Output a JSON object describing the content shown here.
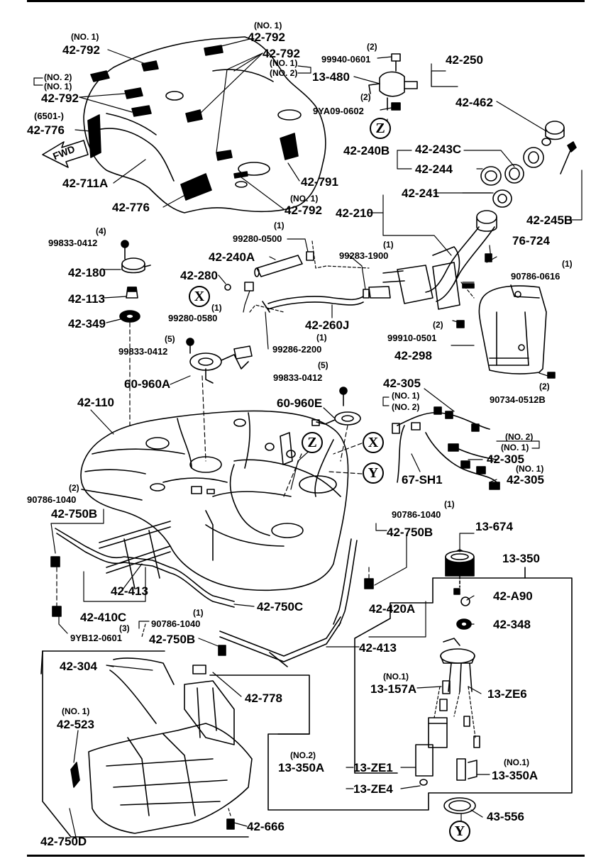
{
  "diagram": {
    "fwd_label": "FWD",
    "markers": {
      "x": "X",
      "y": "Y",
      "z": "Z"
    },
    "labels": {
      "no1_792_top": "(NO. 1)",
      "p792_top": "42-792",
      "no1_792_left": "(NO. 1)",
      "p792_left": "42-792",
      "p792_mid": "42-792",
      "no1_mid": "(NO. 1)",
      "no2_mid": "(NO. 2)",
      "no2_left": "(NO. 2)",
      "no1_left": "(NO. 1)",
      "p792_left2": "42-792",
      "p6501": "(6501-)",
      "p776_left": "42-776",
      "p711a": "42-711A",
      "p776_bottom": "42-776",
      "p791": "42-791",
      "no1_792_bottom": "(NO. 1)",
      "p792_bottom": "42-792",
      "q2_99940": "(2)",
      "p99940": "99940-0601",
      "p13_480": "13-480",
      "q2_9ya09": "(2)",
      "p9ya09": "9YA09-0602",
      "p42_250": "42-250",
      "p42_462": "42-462",
      "p42_240b": "42-240B",
      "p42_243c": "42-243C",
      "p42_244": "42-244",
      "p42_241": "42-241",
      "p42_210": "42-210",
      "p42_245b": "42-245B",
      "q4_99833": "(4)",
      "p99833_a": "99833-0412",
      "p42_180": "42-180",
      "p42_113": "42-113",
      "p42_349": "42-349",
      "q1_99280_0500": "(1)",
      "p99280_0500": "99280-0500",
      "p42_240a": "42-240A",
      "p42_280": "42-280",
      "q1_99280_0580": "(1)",
      "p99280_0580": "99280-0580",
      "q1_99283": "(1)",
      "p99283": "99283-1900",
      "p76_724": "76-724",
      "q1_90786_0616": "(1)",
      "p90786_0616": "90786-0616",
      "p42_260j": "42-260J",
      "q1_99286": "(1)",
      "p99286": "99286-2200",
      "q2_99910": "(2)",
      "p99910": "99910-0501",
      "p42_298": "42-298",
      "q5_99833_b": "(5)",
      "p99833_b": "99833-0412",
      "p60_960a": "60-960A",
      "q5_99833_c": "(5)",
      "p99833_c": "99833-0412",
      "p60_960e": "60-960E",
      "p42_305_top": "42-305",
      "no1_305": "(NO. 1)",
      "no2_305": "(NO. 2)",
      "q2_90734": "(2)",
      "p90734": "90734-0512B",
      "p42_110": "42-110",
      "no2_305b": "(NO. 2)",
      "no1_305b": "(NO. 1)",
      "p42_305_mid": "42-305",
      "no1_305c": "(NO. 1)",
      "p42_305_bot": "42-305",
      "p67_sh1": "67-SH1",
      "q2_90786_1040": "(2)",
      "p90786_1040_a": "90786-1040",
      "p42_750b_a": "42-750B",
      "q1_90786_1040_b": "(1)",
      "p90786_1040_b": "90786-1040",
      "p42_750b_b": "42-750B",
      "p13_674": "13-674",
      "p13_350": "13-350",
      "p42_413_a": "42-413",
      "p42_410c": "42-410C",
      "p42_750c": "42-750C",
      "p42_a90": "42-A90",
      "p42_420a": "42-420A",
      "p42_348": "42-348",
      "q3_90786": "(3)",
      "q1_90786_c": "(1)",
      "p90786_1040_c": "90786-1040",
      "p42_750b_c": "42-750B",
      "p9yb12": "9YB12-0601",
      "p42_413_b": "42-413",
      "p42_304": "42-304",
      "p42_778": "42-778",
      "no1_523": "(NO. 1)",
      "p42_523": "42-523",
      "no1_157a": "(NO.1)",
      "p13_157a": "13-157A",
      "p13_ze6": "13-ZE6",
      "no2_350a": "(NO.2)",
      "p13_350a_l": "13-350A",
      "p13_ze1": "13-ZE1",
      "no1_350a": "(NO.1)",
      "p13_350a_r": "13-350A",
      "p13_ze4": "13-ZE4",
      "p43_556": "43-556",
      "p42_666": "42-666",
      "p42_750d": "42-750D"
    }
  }
}
